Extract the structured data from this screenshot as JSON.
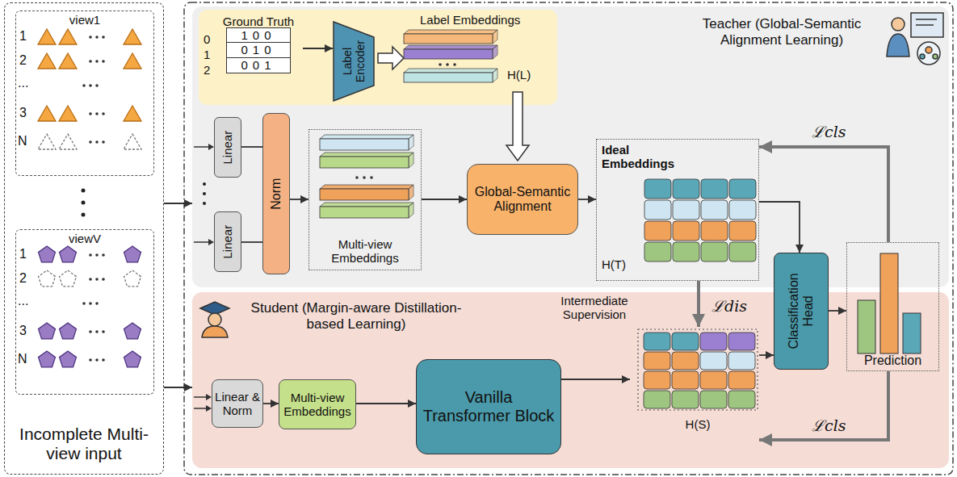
{
  "diagram": {
    "nodes": [
      {
        "text": [
          "Incomplete Multi-view input"
        ]
      },
      {
        "text": [
          "view1"
        ],
        "in": 0
      },
      {
        "text": [
          "viewV"
        ],
        "in": 0
      },
      {
        "text": [
          "Teacher (Global-Semantic Alignment Learning)"
        ]
      },
      {
        "text": [
          "Ground Truth",
          "100",
          "010",
          "001"
        ],
        "in": 3
      },
      {
        "text": [
          "Label Encoder"
        ],
        "in": 3
      },
      {
        "text": [
          "Linear"
        ],
        "in": 3
      },
      {
        "text": [
          "Linear"
        ],
        "in": 3
      },
      {
        "text": [
          "Norm"
        ],
        "in": 3
      },
      {
        "text": [
          "Multi-view Embeddings"
        ],
        "in": 3
      },
      {
        "text": [
          "Global-Semantic Alignment"
        ],
        "in": 3
      },
      {
        "text": [
          "Ideal Embeddings",
          "H(T)"
        ],
        "in": 3
      },
      {
        "text": [
          "Classification Head"
        ]
      },
      {
        "text": [
          "Prediction"
        ]
      },
      {
        "text": [
          "Student (Margin-aware Distillation-based Learning)"
        ]
      },
      {
        "text": [
          "Linear & Norm"
        ],
        "in": 14
      },
      {
        "text": [
          "Multi-view Embeddings"
        ],
        "in": 14
      },
      {
        "text": [
          "Vanilla Transformer Block"
        ],
        "in": 14
      },
      {
        "text": [
          "H(S)"
        ],
        "in": 14
      }
    ],
    "edges": [
      {
        "from": 0,
        "to": 3,
        "arrow": "to"
      },
      {
        "from": 0,
        "to": 14,
        "arrow": "to"
      },
      {
        "from": 4,
        "to": 5,
        "arrow": "to"
      },
      {
        "from": 6,
        "to": 8,
        "arrow": "none"
      },
      {
        "from": 7,
        "to": 8,
        "arrow": "none"
      },
      {
        "from": 8,
        "to": 9,
        "arrow": "to"
      },
      {
        "from": 9,
        "to": 10,
        "arrow": "to"
      },
      {
        "from": 10,
        "to": 11,
        "arrow": "to"
      },
      {
        "from": 11,
        "to": 12,
        "arrow": "to"
      },
      {
        "from": 18,
        "to": 12,
        "arrow": "to"
      },
      {
        "from": 12,
        "to": 13,
        "arrow": "to"
      },
      {
        "from": 13,
        "to": 11,
        "arrow": "to",
        "label": "ℒcls"
      },
      {
        "from": 13,
        "to": 18,
        "arrow": "to",
        "label": "ℒcls"
      },
      {
        "from": 11,
        "to": 18,
        "arrow": "to",
        "label": "ℒdis"
      },
      {
        "from": 15,
        "to": 16,
        "arrow": "to"
      },
      {
        "from": 16,
        "to": 17,
        "arrow": "to"
      },
      {
        "from": 17,
        "to": 18,
        "arrow": "to"
      }
    ],
    "labels": [
      "1",
      "2",
      "...",
      "3",
      "N",
      "1",
      "2",
      "...",
      "3",
      "N",
      "0",
      "1",
      "2",
      "Label Embeddings",
      "H(L)",
      "Intermediate Supervision"
    ]
  }
}
